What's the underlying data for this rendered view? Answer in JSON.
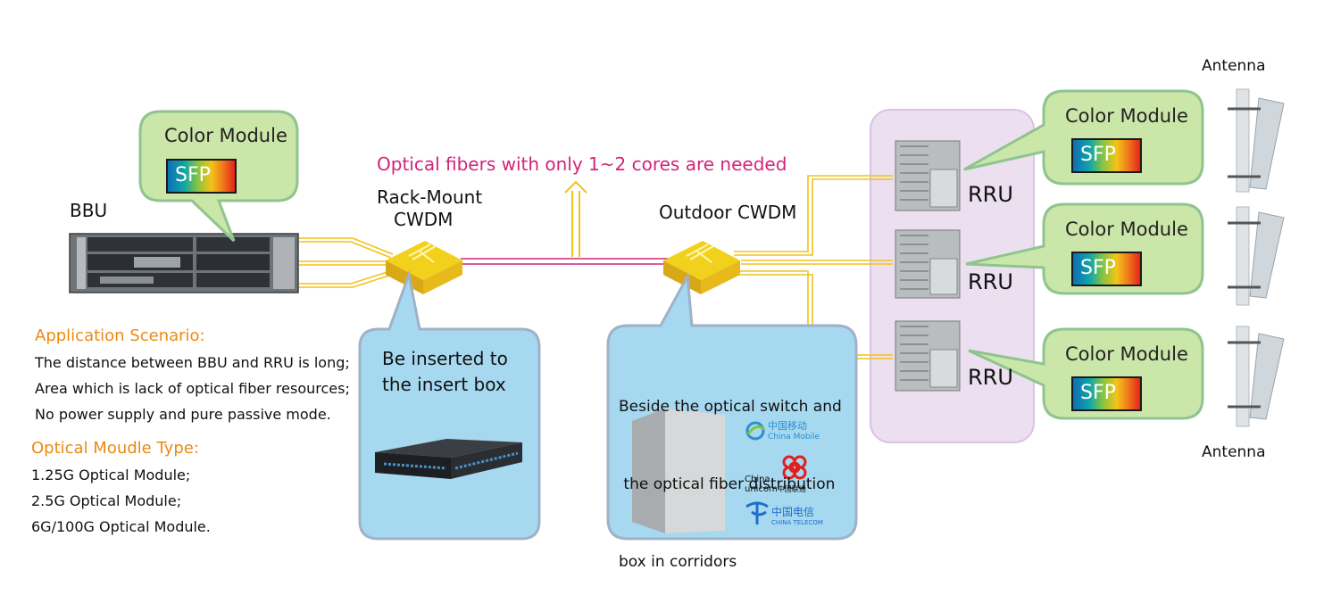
{
  "labels": {
    "bbu": "BBU",
    "rack_cwdm_line1": "Rack-Mount",
    "rack_cwdm_line2": "CWDM",
    "outdoor_cwdm": "Outdoor CWDM",
    "fiber_note": "Optical fibers with only 1~2 cores are needed",
    "antenna_top": "Antenna",
    "antenna_bottom": "Antenna",
    "rru": [
      "RRU",
      "RRU",
      "RRU"
    ]
  },
  "color_module_bubbles": [
    {
      "title": "Color Module",
      "sfp": "SFP"
    },
    {
      "title": "Color Module",
      "sfp": "SFP"
    },
    {
      "title": "Color Module",
      "sfp": "SFP"
    },
    {
      "title": "Color Module",
      "sfp": "SFP"
    }
  ],
  "callouts": {
    "rack": {
      "lines": [
        "Be inserted to",
        "the insert box"
      ]
    },
    "outdoor": {
      "lines": [
        "Beside the optical switch and",
        " the optical fiber distribution",
        "box in corridors"
      ]
    }
  },
  "logos": {
    "china_mobile_cn": "中国移动",
    "china_mobile_en": "China Mobile",
    "china_unicom_en1": "China",
    "china_unicom_en2": "unicom",
    "china_unicom_cn": "中国联通",
    "china_telecom_cn": "中国电信",
    "china_telecom_en": "CHINA TELECOM"
  },
  "info": {
    "scenario_title": "Application Scenario:",
    "scenario_items": [
      "The distance between BBU and RRU is long;",
      "Area which is lack of optical fiber resources;",
      "No power supply and pure passive mode."
    ],
    "module_title": "Optical Moudle Type:",
    "module_items": [
      "1.25G Optical Module;",
      "2.5G Optical Module;",
      "6G/100G Optical Module."
    ]
  },
  "colors": {
    "bubble_fill": "#cbe6a9",
    "bubble_stroke": "#8fc48f",
    "callout_fill": "#a6d8f0",
    "callout_stroke": "#9fb2c8",
    "rru_panel": "#ece0f0",
    "fiber_yellow": "#f2c21b",
    "fiber_magenta": "#d4237a",
    "accent_orange": "#ec8a12"
  }
}
